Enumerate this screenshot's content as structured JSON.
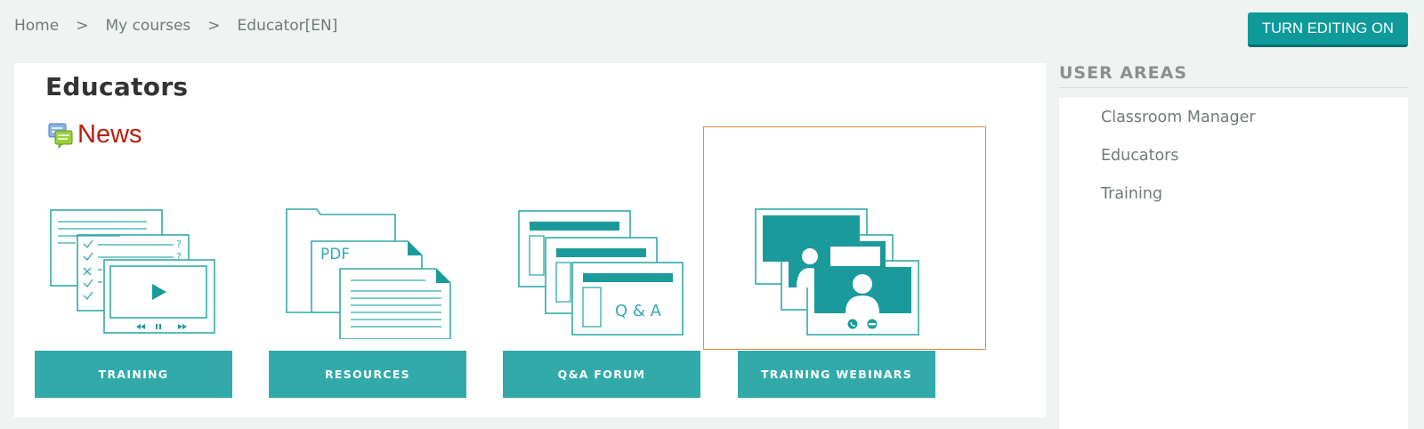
{
  "breadcrumb": {
    "items": [
      "Home",
      "My courses",
      "Educator[EN]"
    ],
    "separator": ">"
  },
  "header": {
    "edit_button": "TURN EDITING ON"
  },
  "main": {
    "title": "Educators",
    "news_label": "News",
    "tiles": [
      {
        "label": "TRAINING",
        "icon": "training-video-icon"
      },
      {
        "label": "RESOURCES",
        "icon": "pdf-resources-icon"
      },
      {
        "label": "Q&A FORUM",
        "icon": "qa-forum-icon"
      },
      {
        "label": "TRAINING WEBINARS",
        "icon": "webinar-video-call-icon"
      }
    ],
    "art_text": {
      "pdf": "PDF",
      "qa": "Q & A"
    }
  },
  "sidebar": {
    "title": "USER AREAS",
    "items": [
      "Classroom Manager",
      "Educators",
      "Training"
    ]
  },
  "colors": {
    "accent": "#33aaaa",
    "button": "#0f9a9a",
    "news": "#b81e0e",
    "highlight": "#e58a3a"
  }
}
